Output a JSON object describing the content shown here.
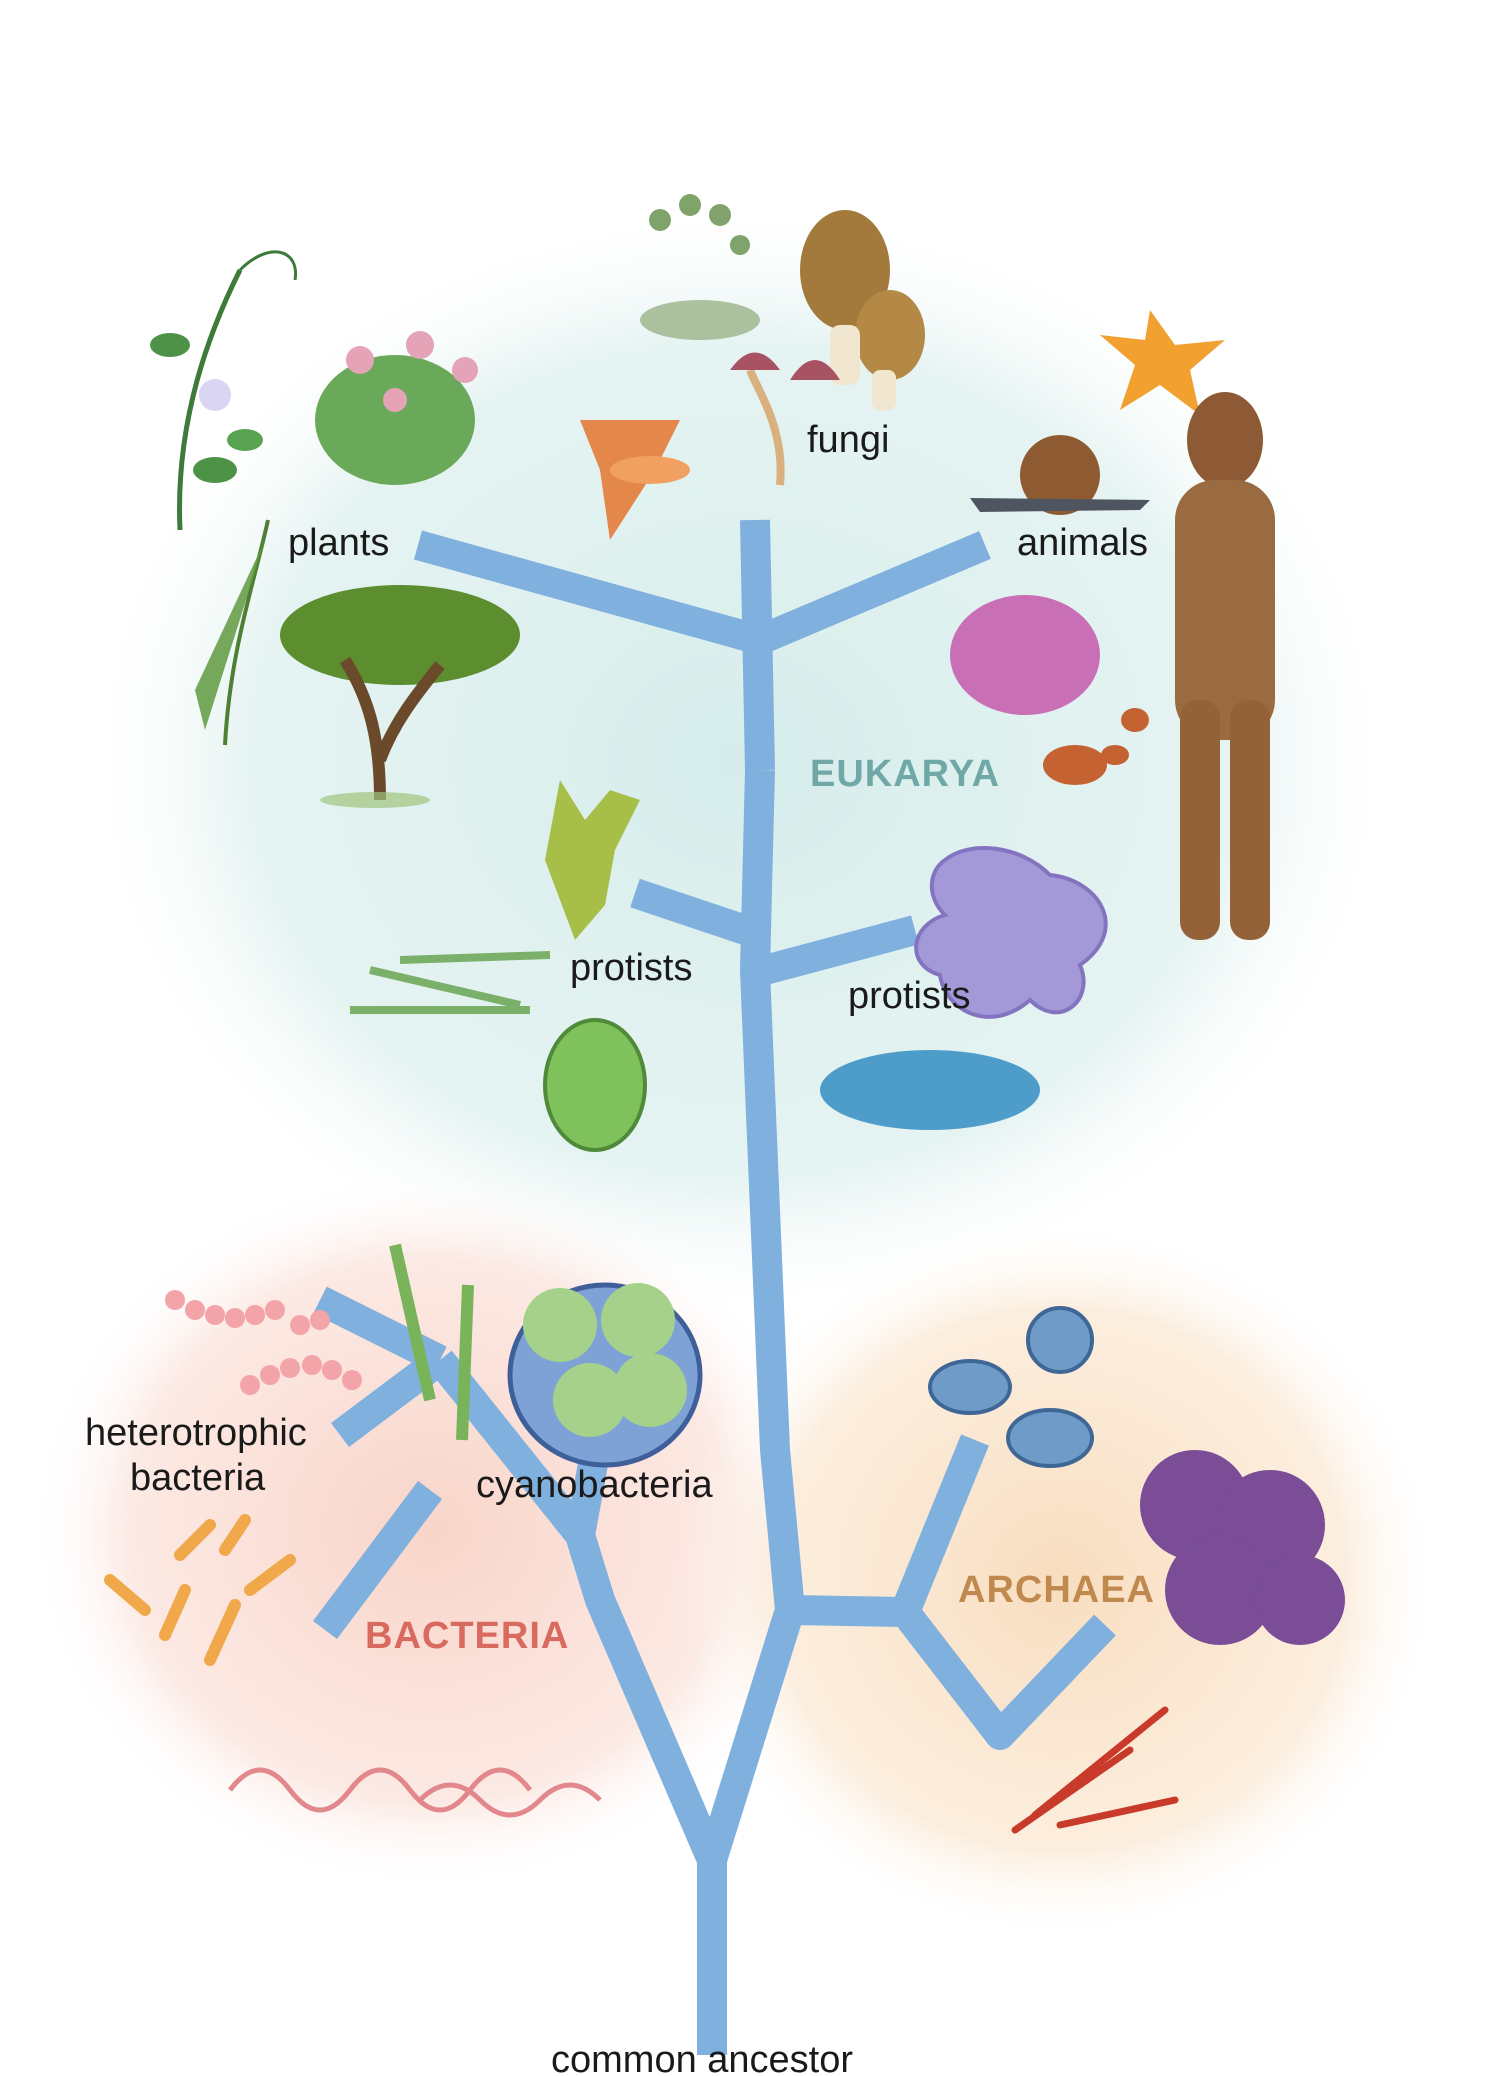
{
  "labels": {
    "plants": "plants",
    "fungi": "fungi",
    "animals": "animals",
    "protists_left": "protists",
    "protists_right": "protists",
    "heterotrophic_line1": "heterotrophic",
    "heterotrophic_line2": "bacteria",
    "cyanobacteria": "cyanobacteria",
    "common_ancestor": "common ancestor"
  },
  "domains": {
    "eukarya": {
      "label": "EUKARYA",
      "color": "#6fa8a6"
    },
    "bacteria": {
      "label": "BACTERIA",
      "color": "#d96a5f"
    },
    "archaea": {
      "label": "ARCHAEA",
      "color": "#c08a4e"
    }
  },
  "colors": {
    "tree": "#7fb0de",
    "eukarya_halo": "#cfe8e6",
    "bacteria_halo": "#f7d3c8",
    "archaea_halo": "#f6ddbf"
  }
}
